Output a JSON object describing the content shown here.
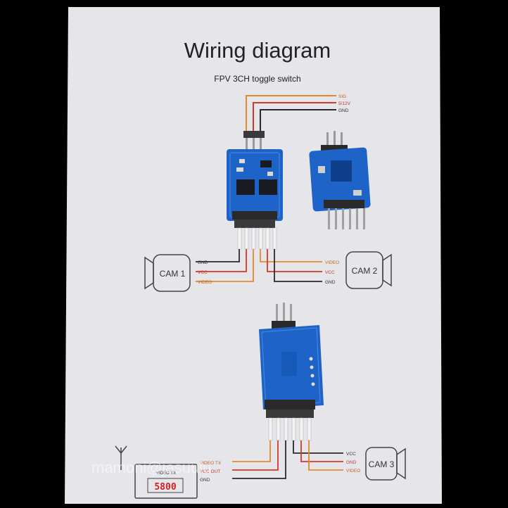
{
  "title": "Wiring diagram",
  "subtitle": "FPV  3CH toggle switch",
  "input": {
    "sig": "SIG",
    "v512": "5/12V",
    "gnd": "GND"
  },
  "cam1": {
    "label": "CAM 1",
    "gnd": "GND",
    "vcc": "VCC",
    "video": "VIDEO"
  },
  "cam2": {
    "label": "CAM 2",
    "video": "VIDEO",
    "vcc": "VCC",
    "gnd": "GND"
  },
  "cam3": {
    "label": "CAM 3",
    "vcc": "VCC",
    "gnd": "GND",
    "video": "VIDEO"
  },
  "vtx": {
    "label": "VIDEO TX",
    "display": "5800",
    "video_tx": "VIDEO TX",
    "vcc_out": "VCC OUT",
    "gnd": "GND"
  },
  "watermark": "mamoni@jasuulu",
  "colors": {
    "paper": "#ebebed",
    "board": "#1e64c8",
    "wire_orange": "#e08a2c",
    "wire_red": "#d23a2a",
    "wire_dark": "#2a2a2a",
    "frame": "#000000"
  }
}
